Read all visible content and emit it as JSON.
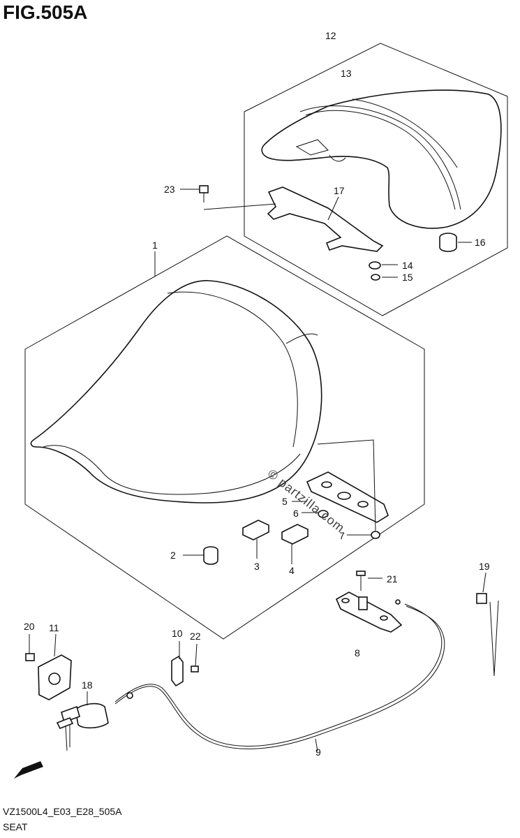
{
  "figure": {
    "title": "FIG.505A"
  },
  "footer": {
    "model_code": "VZ1500L4_E03_E28_505A",
    "caption": "SEAT"
  },
  "watermark": "© partzilla.com",
  "callouts": {
    "c1": "1",
    "c2": "2",
    "c3": "3",
    "c4": "4",
    "c5": "5",
    "c6": "6",
    "c7": "7",
    "c8": "8",
    "c9": "9",
    "c10": "10",
    "c11": "11",
    "c12": "12",
    "c13": "13",
    "c14": "14",
    "c15": "15",
    "c16": "16",
    "c17": "17",
    "c18": "18",
    "c19": "19",
    "c20": "20",
    "c21": "21",
    "c22": "22",
    "c23": "23"
  }
}
